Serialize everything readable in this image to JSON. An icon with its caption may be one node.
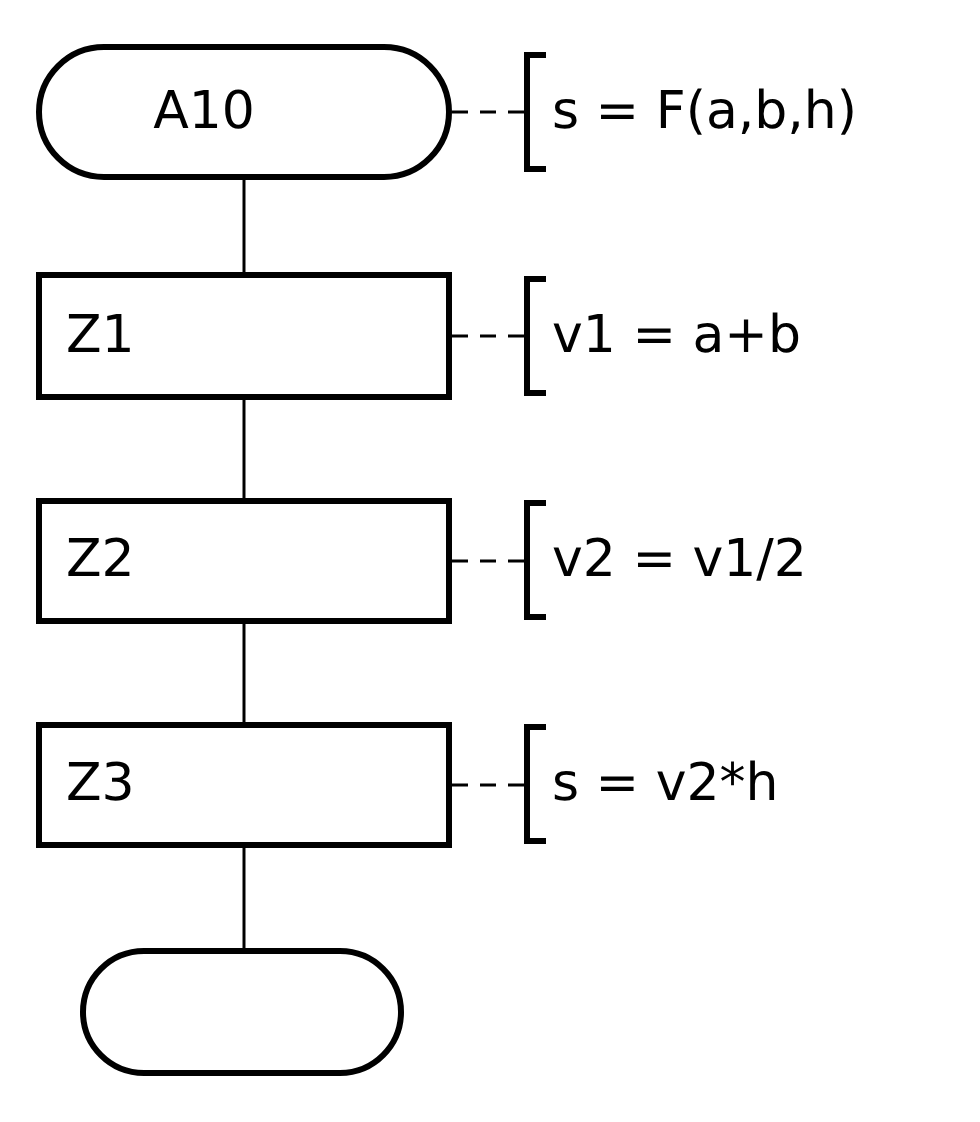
{
  "diagram": {
    "nodes": [
      {
        "text": [
          "A10"
        ]
      },
      {
        "text": [
          "s = F(a,b,h)"
        ]
      },
      {
        "text": [
          "Z1"
        ]
      },
      {
        "text": [
          "v1 = a+b"
        ]
      },
      {
        "text": [
          "Z2"
        ]
      },
      {
        "text": [
          "v2 = v1/2"
        ]
      },
      {
        "text": [
          "Z3"
        ]
      },
      {
        "text": [
          "s = v2*h"
        ]
      },
      {
        "text": [],
        "shape": "capsule"
      }
    ],
    "edges": [
      {
        "from": 0,
        "to": 2,
        "arrow": "none"
      },
      {
        "from": 2,
        "to": 4,
        "arrow": "none"
      },
      {
        "from": 4,
        "to": 6,
        "arrow": "none"
      },
      {
        "from": 6,
        "to": 8,
        "arrow": "none"
      },
      {
        "from": 0,
        "to": 1,
        "arrow": "none",
        "style": "dashed"
      },
      {
        "from": 2,
        "to": 3,
        "arrow": "none",
        "style": "dashed"
      },
      {
        "from": 4,
        "to": 5,
        "arrow": "none",
        "style": "dashed"
      },
      {
        "from": 6,
        "to": 7,
        "arrow": "none",
        "style": "dashed"
      }
    ]
  }
}
